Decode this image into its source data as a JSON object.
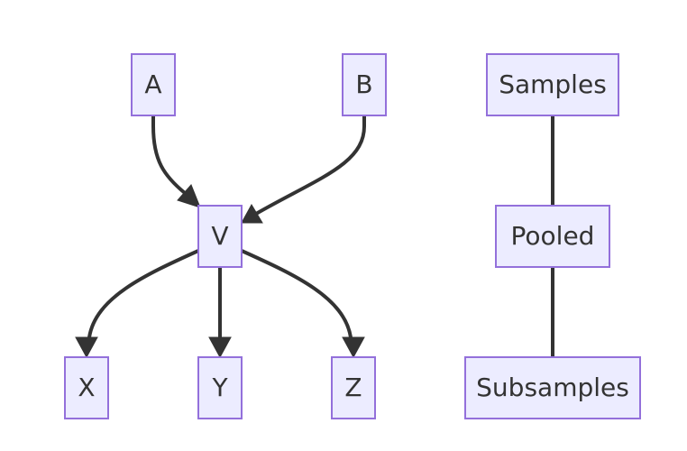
{
  "diagram": {
    "left_graph": {
      "nodes": [
        {
          "id": "A",
          "label": "A"
        },
        {
          "id": "B",
          "label": "B"
        },
        {
          "id": "V",
          "label": "V"
        },
        {
          "id": "X",
          "label": "X"
        },
        {
          "id": "Y",
          "label": "Y"
        },
        {
          "id": "Z",
          "label": "Z"
        }
      ],
      "edges": [
        {
          "from": "A",
          "to": "V",
          "arrow": true
        },
        {
          "from": "B",
          "to": "V",
          "arrow": true
        },
        {
          "from": "V",
          "to": "X",
          "arrow": true
        },
        {
          "from": "V",
          "to": "Y",
          "arrow": true
        },
        {
          "from": "V",
          "to": "Z",
          "arrow": true
        }
      ]
    },
    "right_graph": {
      "nodes": [
        {
          "id": "Samples",
          "label": "Samples"
        },
        {
          "id": "Pooled",
          "label": "Pooled"
        },
        {
          "id": "Subsamples",
          "label": "Subsamples"
        }
      ],
      "edges": [
        {
          "from": "Samples",
          "to": "Pooled",
          "arrow": false
        },
        {
          "from": "Pooled",
          "to": "Subsamples",
          "arrow": false
        }
      ]
    },
    "colors": {
      "node_fill": "#ECECFF",
      "node_stroke": "#9370DB",
      "edge": "#333333",
      "text": "#333333"
    }
  }
}
